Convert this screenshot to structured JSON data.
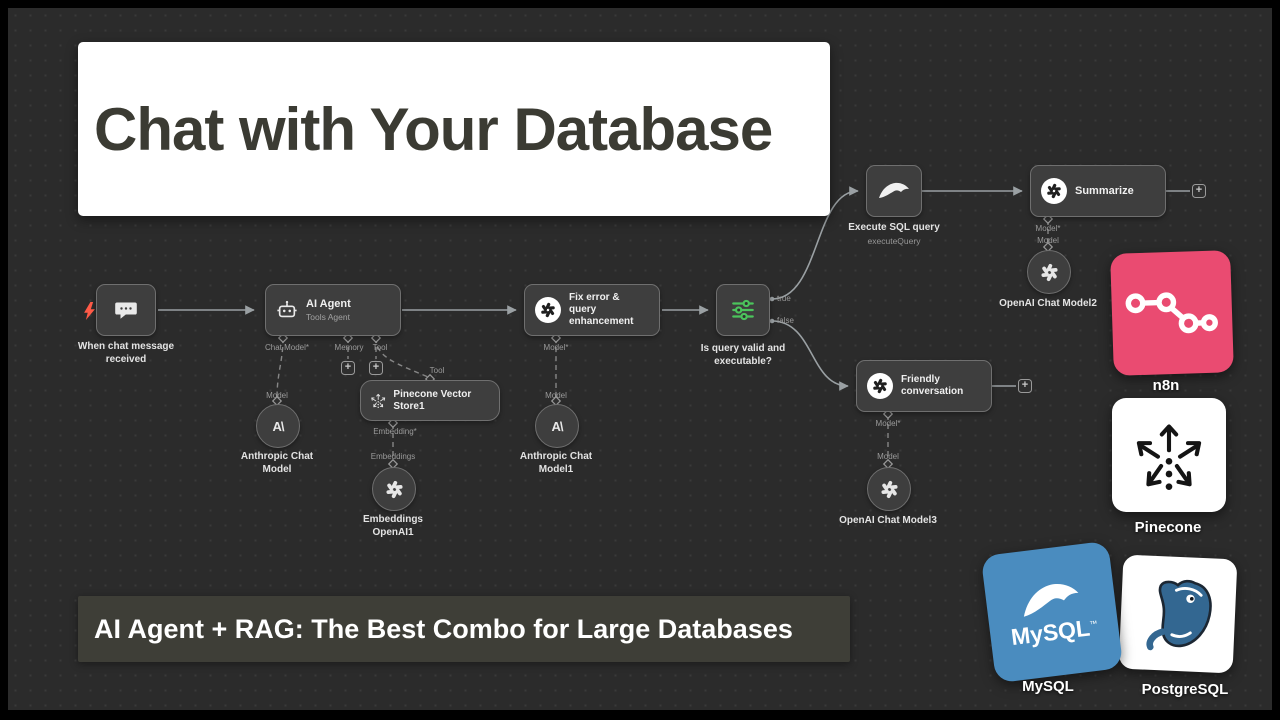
{
  "title": "Chat with Your Database",
  "subtitle": "AI Agent + RAG: The Best Combo for Large Databases",
  "icons": {
    "anthropic_glyph": "A\\"
  },
  "workflow": {
    "plus": "+",
    "chat_trigger": {
      "caption": "When chat message received"
    },
    "ai_agent": {
      "title": "AI Agent",
      "subtitle": "Tools Agent",
      "port_chat_model": "Chat Model*",
      "port_memory": "Memory",
      "port_tool": "Tool"
    },
    "anthropic_model": {
      "port": "Model",
      "caption": "Anthropic Chat Model"
    },
    "pinecone_store": {
      "title": "Pinecone Vector Store1",
      "input_label": "Tool",
      "port_embedding": "Embedding*"
    },
    "embeddings": {
      "port": "Embeddings",
      "caption": "Embeddings OpenAI1"
    },
    "fix_error": {
      "title": "Fix error & query enhancement",
      "port": "Model*"
    },
    "anthropic_model1": {
      "port": "Model",
      "caption": "Anthropic Chat Model1"
    },
    "switch": {
      "caption": "Is query valid and executable?",
      "output_true": "true",
      "output_false": "false"
    },
    "execute_sql": {
      "caption": "Execute SQL query",
      "sub_caption": "executeQuery"
    },
    "summarize": {
      "title": "Summarize",
      "port": "Model*"
    },
    "openai_model2": {
      "port": "Model",
      "caption": "OpenAI Chat Model2"
    },
    "friendly": {
      "title": "Friendly conversation",
      "port": "Model*"
    },
    "openai_model3": {
      "port": "Model",
      "caption": "OpenAI Chat Model3"
    }
  },
  "logos": {
    "n8n": {
      "label": "n8n",
      "color": "#ea4b71"
    },
    "pinecone": {
      "label": "Pinecone"
    },
    "mysql": {
      "label": "MySQL",
      "badge_text": "MySQL",
      "tm": "™",
      "color": "#4a8cbf"
    },
    "postgresql": {
      "label": "PostgreSQL"
    }
  }
}
